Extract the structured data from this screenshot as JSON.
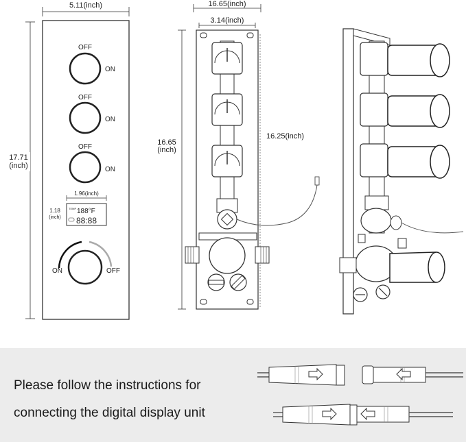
{
  "panel": {
    "width_label": "5.11(inch)",
    "height_label_line1": "17.71",
    "height_label_line2": "(inch)",
    "knob1_off": "OFF",
    "knob1_on": "ON",
    "knob2_off": "OFF",
    "knob2_on": "ON",
    "knob3_off": "OFF",
    "knob3_on": "ON",
    "display_width_label": "1.96(inch)",
    "display_height_label_line1": "1.18",
    "display_height_label_line2": "(inch)",
    "display_top_value": "188°F",
    "display_bottom_value": "88:88",
    "display_small_text": "TEMP",
    "main_knob_on": "ON",
    "main_knob_off": "OFF"
  },
  "valve_body": {
    "width_label": "16.65(inch)",
    "inner_width_label": "3.14(inch)",
    "height_label_line1": "16.65",
    "height_label_line2": "(inch)",
    "inner_height_label": "16.25(inch)"
  },
  "instructions": {
    "line1": "Please follow the instructions for",
    "line2": "connecting the digital display unit"
  },
  "colors": {
    "line": "#2a2a2a",
    "instruction_bg": "#ececec",
    "dial_gray": "#aaaaaa"
  }
}
